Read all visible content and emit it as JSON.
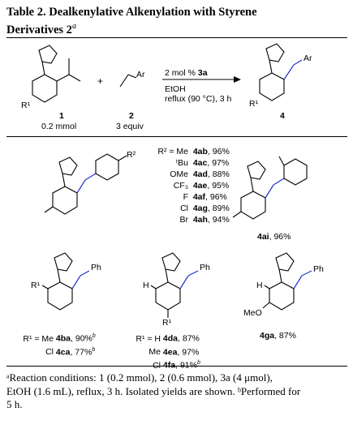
{
  "title": {
    "line1": "Table 2. Dealkenylative Alkenylation with Styrene",
    "line2": "Derivatives 2",
    "sup": "a"
  },
  "scheme": {
    "sm1": {
      "num": "1",
      "amount": "0.2 mmol",
      "sub": "R¹"
    },
    "plus": "+",
    "sm2": {
      "num": "2",
      "amount": "3 equiv",
      "ar": "Ar"
    },
    "conditions": {
      "cat": "2 mol % ",
      "cat_num": "3a",
      "solvent": "EtOH",
      "temp": "reflux (90 °C), 3 h"
    },
    "product": {
      "num": "4",
      "ar": "Ar",
      "sub": "R¹"
    }
  },
  "entries_4a": {
    "r2": "R²",
    "rows": [
      {
        "sub": "R² = Me",
        "id": "4ab",
        "yield": ", 96%"
      },
      {
        "sub": "ᵗBu",
        "id": "4ac",
        "yield": ", 97%"
      },
      {
        "sub": "OMe",
        "id": "4ad",
        "yield": ", 88%"
      },
      {
        "sub": "CF₃",
        "id": "4ae",
        "yield": ", 95%"
      },
      {
        "sub": "F",
        "id": "4af",
        "yield": ", 96%"
      },
      {
        "sub": "Cl",
        "id": "4ag",
        "yield": ", 89%"
      },
      {
        "sub": "Br",
        "id": "4ah",
        "yield": ", 94%"
      }
    ]
  },
  "entry_4ai": {
    "id": "4ai",
    "yield": ", 96%"
  },
  "entries_4b": {
    "r1": "R¹",
    "ph": "Ph",
    "rows": [
      {
        "sub": "R¹ = Me",
        "id": "4ba",
        "yield": ", 90%",
        "note": "b"
      },
      {
        "sub": "Cl",
        "id": "4ca",
        "yield": ", 77%",
        "note": "b"
      }
    ]
  },
  "entries_4d": {
    "h": "H",
    "r1": "R¹",
    "ph": "Ph",
    "rows": [
      {
        "sub": "R¹ = H",
        "id": "4da",
        "yield": ", 87%",
        "note": ""
      },
      {
        "sub": "Me",
        "id": "4ea",
        "yield": ", 97%",
        "note": ""
      },
      {
        "sub": "Cl",
        "id": "4fa",
        "yield": ", 91%",
        "note": "b"
      }
    ]
  },
  "entry_4ga": {
    "h": "H",
    "meo": "MeO",
    "ph": "Ph",
    "id": "4ga",
    "yield": ", 87%"
  },
  "footnote": {
    "line1": "ᵃReaction conditions: 1 (0.2 mmol), 2 (0.6 mmol), 3a (4 μmol),",
    "line2": "EtOH (1.6 mL), reflux, 3 h. Isolated yields are shown. ᵇPerformed for",
    "line3": "5 h."
  },
  "colors": {
    "alkene_bond": "#2233cc"
  }
}
